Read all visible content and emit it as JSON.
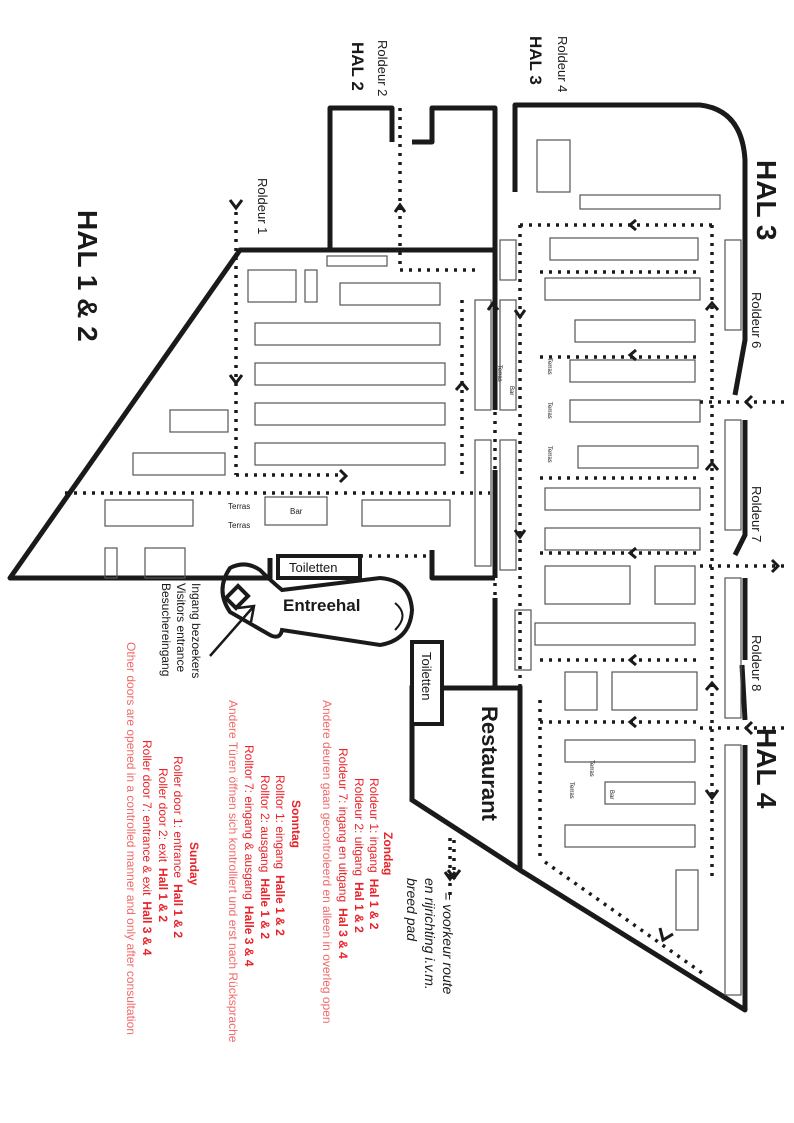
{
  "halls": {
    "hal_1_2": "HAL 1 & 2",
    "hal_2": "HAL 2",
    "hal_3_top": "HAL 3",
    "hal_3_side": "HAL 3",
    "hal_4": "HAL 4"
  },
  "doors": {
    "roldeur_1": "Roldeur 1",
    "roldeur_2": "Roldeur 2",
    "roldeur_4": "Roldeur 4",
    "roldeur_6": "Roldeur 6",
    "roldeur_7": "Roldeur 7",
    "roldeur_8": "Roldeur 8"
  },
  "rooms": {
    "entreehal": "Entreehal",
    "toiletten_a": "Toiletten",
    "toiletten_b": "Toiletten",
    "restaurant": "Restaurant",
    "bar_main": "Bar",
    "bar_hal3": "Bar",
    "bar_hal4": "Bar",
    "terras_1": "Terras",
    "terras_2": "Terras",
    "terras_hal3_1": "Terras",
    "terras_hal3_2": "Terras",
    "terras_hal3_3": "Terras",
    "terras_hal3_4": "Terras",
    "terras_hal4_1": "Terras",
    "terras_hal4_2": "Terras"
  },
  "entrance": {
    "nl": "Ingang bezoekers",
    "en": "Visitors entrance",
    "de": "Besuchereingang"
  },
  "legend": {
    "line1": "= voorkeur route",
    "line2": "en rijrichting i.v.m.",
    "line3": "breed pad"
  },
  "notes": {
    "zondag": {
      "title": "Zondag",
      "l1_text": "Roldeur 1: ingang",
      "l1_bold": "Hal 1 & 2",
      "l2_text": "Roldeur 2: uitgang",
      "l2_bold": "Hal 1 & 2",
      "l3_text": "Roldeur 7: ingang en uitgang",
      "l3_bold": "Hal 3 & 4",
      "l4": "Andere deuren gaan gecontroleerd en alleen in overleg open"
    },
    "sonntag": {
      "title": "Sonntag",
      "l1_text": "Rolltor 1: eingang",
      "l1_bold": "Halle 1 & 2",
      "l2_text": "Rolltor 2: ausgang",
      "l2_bold": "Halle 1 & 2",
      "l3_text": "Rolltor 7: eingang & ausgang",
      "l3_bold": "Halle 3 & 4",
      "l4": "Andere Türen öffnen sich kontrolliert und erst nach Rücksprache"
    },
    "sunday": {
      "title": "Sunday",
      "l1_text": "Roller door 1: entrance",
      "l1_bold": "Hall 1 & 2",
      "l2_text": "Roller door 2: exit",
      "l2_bold": "Hall 1 & 2",
      "l3_text": "Roller door 7: entrance & exit",
      "l3_bold": "Hall 3 & 4",
      "l4": "Other doors are opened in a controlled manner and only after consultation"
    }
  },
  "colors": {
    "wall": "#1a1a1a",
    "booth": "#555555",
    "note_red": "#e8232a",
    "note_light": "#f06a6a"
  }
}
